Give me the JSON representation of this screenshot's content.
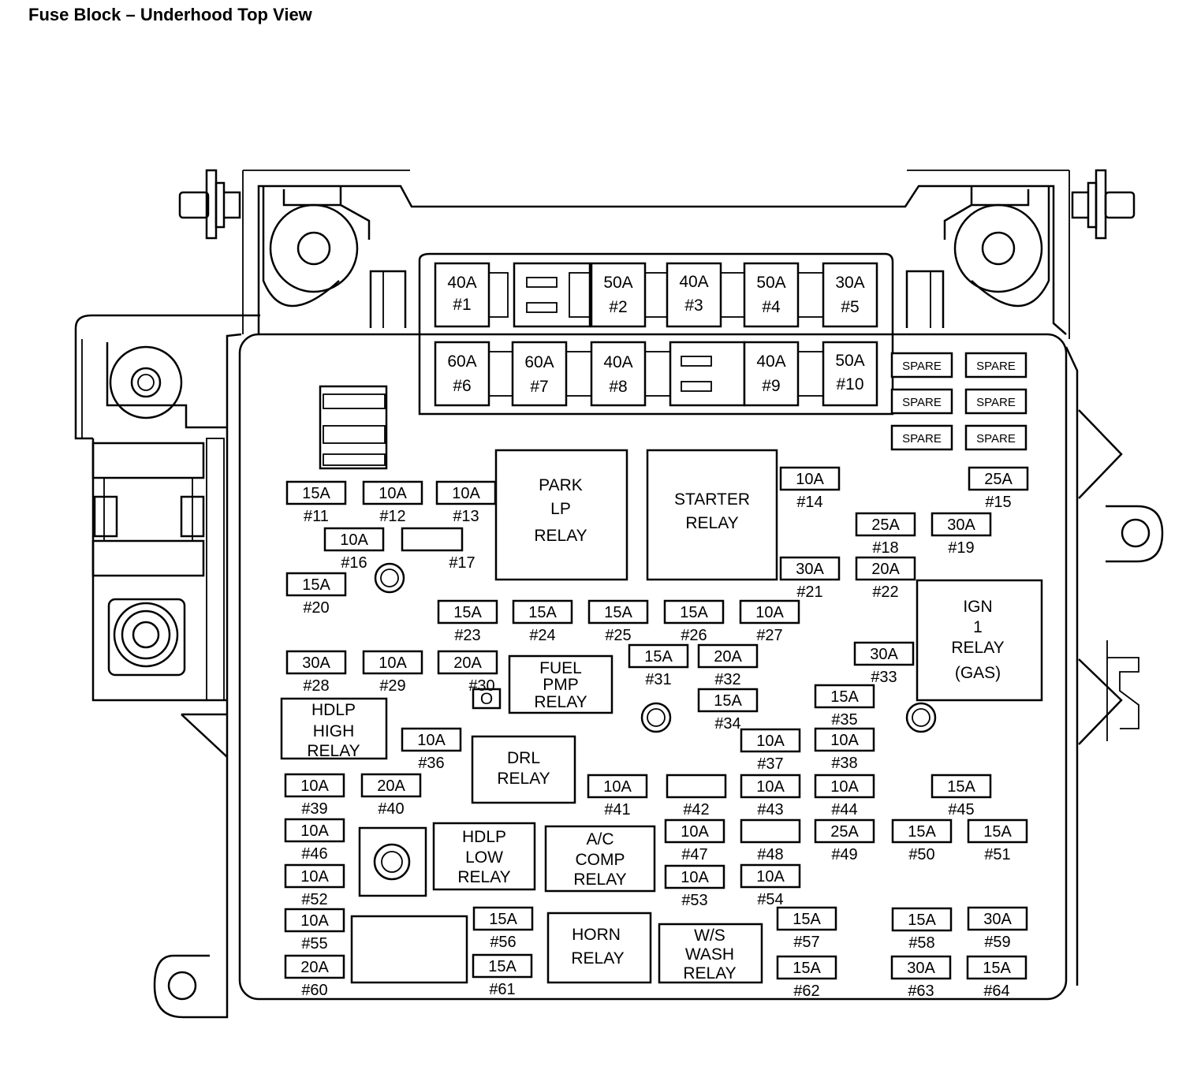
{
  "title": "Fuse Block – Underhood Top View",
  "colors": {
    "line": "#000000",
    "background": "#ffffff"
  },
  "top_fuses": [
    {
      "id": "f1",
      "amp": "40A",
      "num": "#1"
    },
    {
      "id": "f2",
      "amp": "50A",
      "num": "#2"
    },
    {
      "id": "f3",
      "amp": "40A",
      "num": "#3"
    },
    {
      "id": "f4",
      "amp": "50A",
      "num": "#4"
    },
    {
      "id": "f5",
      "amp": "30A",
      "num": "#5"
    },
    {
      "id": "f6",
      "amp": "60A",
      "num": "#6"
    },
    {
      "id": "f7",
      "amp": "60A",
      "num": "#7"
    },
    {
      "id": "f8",
      "amp": "40A",
      "num": "#8"
    },
    {
      "id": "f9",
      "amp": "40A",
      "num": "#9"
    },
    {
      "id": "f10",
      "amp": "50A",
      "num": "#10"
    }
  ],
  "spare_label": "SPARE",
  "fuses": [
    {
      "id": "f11",
      "amp": "15A",
      "num": "#11"
    },
    {
      "id": "f12",
      "amp": "10A",
      "num": "#12"
    },
    {
      "id": "f13",
      "amp": "10A",
      "num": "#13"
    },
    {
      "id": "f14",
      "amp": "10A",
      "num": "#14"
    },
    {
      "id": "f15",
      "amp": "25A",
      "num": "#15"
    },
    {
      "id": "f16",
      "amp": "10A",
      "num": "#16"
    },
    {
      "id": "f17",
      "amp": "",
      "num": "#17"
    },
    {
      "id": "f18",
      "amp": "25A",
      "num": "#18"
    },
    {
      "id": "f19",
      "amp": "30A",
      "num": "#19"
    },
    {
      "id": "f20",
      "amp": "15A",
      "num": "#20"
    },
    {
      "id": "f21",
      "amp": "30A",
      "num": "#21"
    },
    {
      "id": "f22",
      "amp": "20A",
      "num": "#22"
    },
    {
      "id": "f23",
      "amp": "15A",
      "num": "#23"
    },
    {
      "id": "f24",
      "amp": "15A",
      "num": "#24"
    },
    {
      "id": "f25",
      "amp": "15A",
      "num": "#25"
    },
    {
      "id": "f26",
      "amp": "15A",
      "num": "#26"
    },
    {
      "id": "f27",
      "amp": "10A",
      "num": "#27"
    },
    {
      "id": "f28",
      "amp": "30A",
      "num": "#28"
    },
    {
      "id": "f29",
      "amp": "10A",
      "num": "#29"
    },
    {
      "id": "f30",
      "amp": "20A",
      "num": "#30"
    },
    {
      "id": "f31",
      "amp": "15A",
      "num": "#31"
    },
    {
      "id": "f32",
      "amp": "20A",
      "num": "#32"
    },
    {
      "id": "f33",
      "amp": "30A",
      "num": "#33"
    },
    {
      "id": "f34",
      "amp": "15A",
      "num": "#34"
    },
    {
      "id": "f35",
      "amp": "15A",
      "num": "#35"
    },
    {
      "id": "f36",
      "amp": "10A",
      "num": "#36"
    },
    {
      "id": "f37",
      "amp": "10A",
      "num": "#37"
    },
    {
      "id": "f38",
      "amp": "10A",
      "num": "#38"
    },
    {
      "id": "f39",
      "amp": "10A",
      "num": "#39"
    },
    {
      "id": "f40",
      "amp": "20A",
      "num": "#40"
    },
    {
      "id": "f41",
      "amp": "10A",
      "num": "#41"
    },
    {
      "id": "f42",
      "amp": "",
      "num": "#42"
    },
    {
      "id": "f43",
      "amp": "10A",
      "num": "#43"
    },
    {
      "id": "f44",
      "amp": "10A",
      "num": "#44"
    },
    {
      "id": "f45",
      "amp": "15A",
      "num": "#45"
    },
    {
      "id": "f46",
      "amp": "10A",
      "num": "#46"
    },
    {
      "id": "f47",
      "amp": "10A",
      "num": "#47"
    },
    {
      "id": "f48",
      "amp": "",
      "num": "#48"
    },
    {
      "id": "f49",
      "amp": "25A",
      "num": "#49"
    },
    {
      "id": "f50",
      "amp": "15A",
      "num": "#50"
    },
    {
      "id": "f51",
      "amp": "15A",
      "num": "#51"
    },
    {
      "id": "f52",
      "amp": "10A",
      "num": "#52"
    },
    {
      "id": "f53",
      "amp": "10A",
      "num": "#53"
    },
    {
      "id": "f54",
      "amp": "10A",
      "num": "#54"
    },
    {
      "id": "f55",
      "amp": "10A",
      "num": "#55"
    },
    {
      "id": "f56",
      "amp": "15A",
      "num": "#56"
    },
    {
      "id": "f57",
      "amp": "15A",
      "num": "#57"
    },
    {
      "id": "f58",
      "amp": "15A",
      "num": "#58"
    },
    {
      "id": "f59",
      "amp": "30A",
      "num": "#59"
    },
    {
      "id": "f60",
      "amp": "20A",
      "num": "#60"
    },
    {
      "id": "f61",
      "amp": "15A",
      "num": "#61"
    },
    {
      "id": "f62",
      "amp": "15A",
      "num": "#62"
    },
    {
      "id": "f63",
      "amp": "30A",
      "num": "#63"
    },
    {
      "id": "f64",
      "amp": "15A",
      "num": "#64"
    }
  ],
  "relays": [
    {
      "id": "park-lp",
      "lines": [
        "PARK",
        "LP",
        "RELAY"
      ]
    },
    {
      "id": "starter",
      "lines": [
        "STARTER",
        "RELAY"
      ]
    },
    {
      "id": "ign1",
      "lines": [
        "IGN",
        "1",
        "RELAY",
        "(GAS)"
      ]
    },
    {
      "id": "fuel-pmp",
      "lines": [
        "FUEL",
        "PMP",
        "RELAY"
      ]
    },
    {
      "id": "hdlp-high",
      "lines": [
        "HDLP",
        "HIGH",
        "RELAY"
      ]
    },
    {
      "id": "drl",
      "lines": [
        "DRL",
        "RELAY"
      ]
    },
    {
      "id": "hdlp-low",
      "lines": [
        "HDLP",
        "LOW",
        "RELAY"
      ]
    },
    {
      "id": "ac-comp",
      "lines": [
        "A/C",
        "COMP",
        "RELAY"
      ]
    },
    {
      "id": "horn",
      "lines": [
        "HORN",
        "RELAY"
      ]
    },
    {
      "id": "ws-wash",
      "lines": [
        "W/S",
        "WASH",
        "RELAY"
      ]
    }
  ],
  "small_marker": "O"
}
